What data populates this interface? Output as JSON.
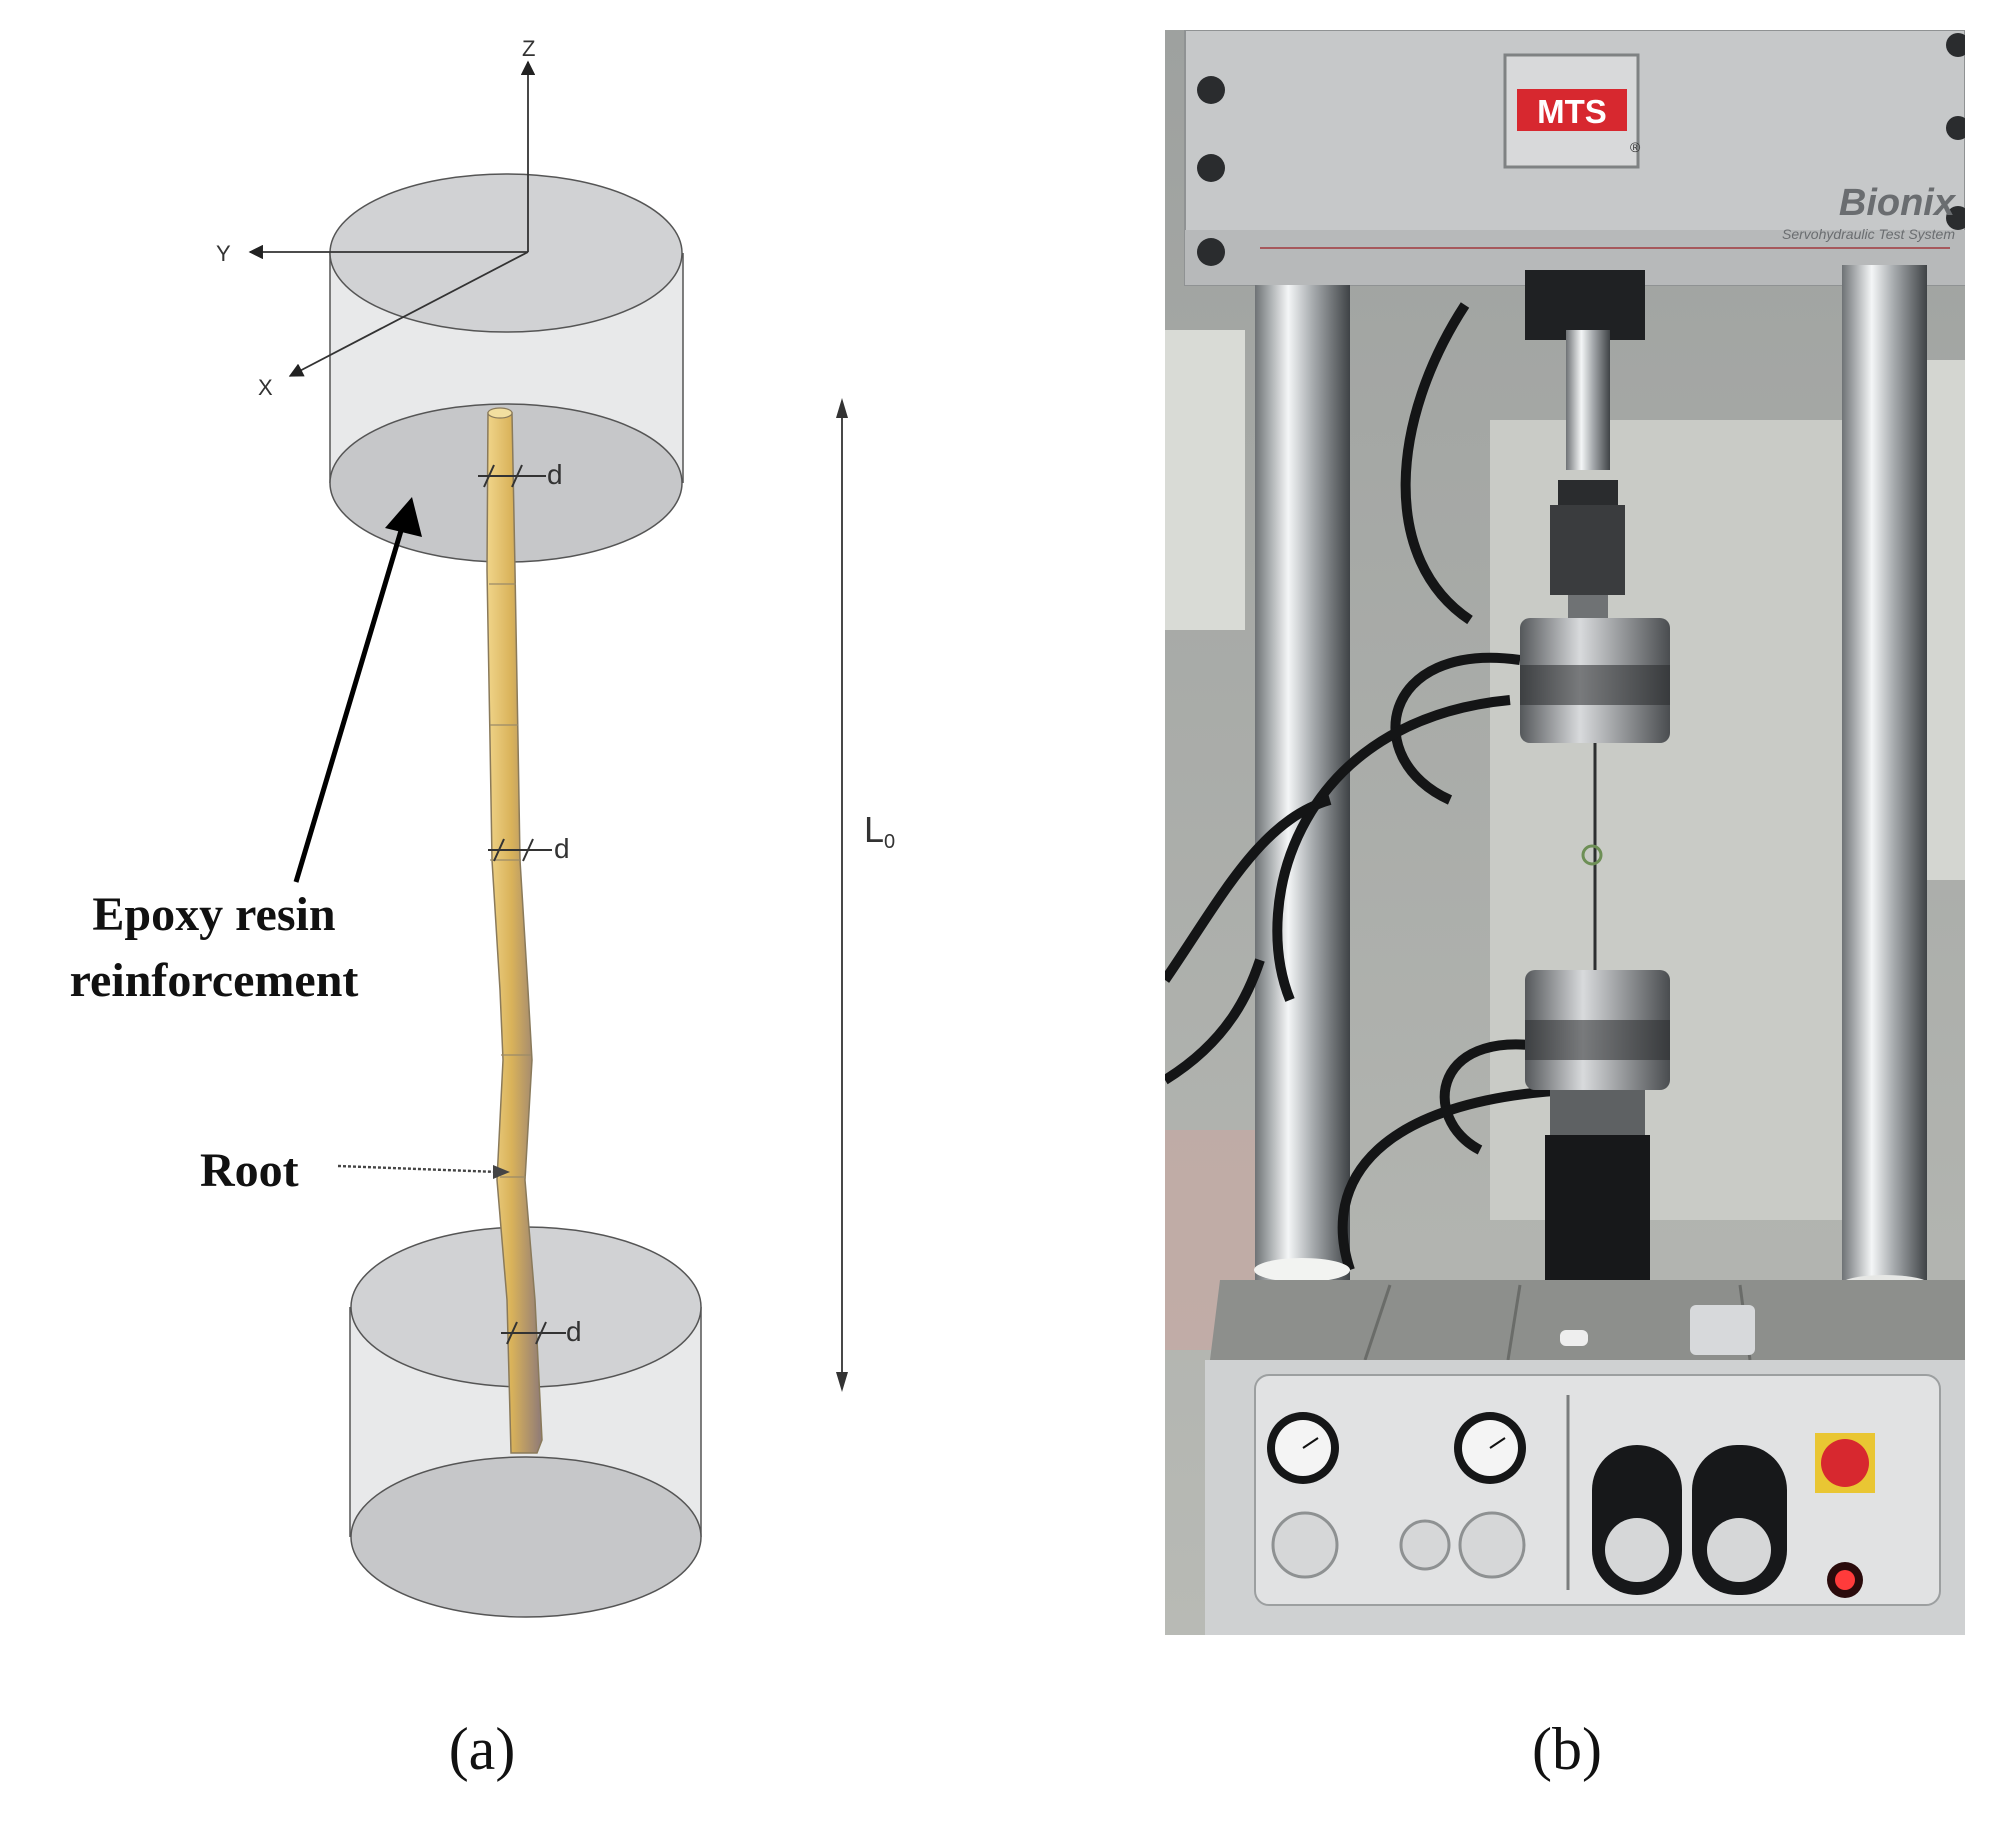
{
  "panel_a": {
    "axes": {
      "z": "Z",
      "y": "Y",
      "x": "X"
    },
    "diameter_label": "d",
    "length_label": "L",
    "length_subscript": "0",
    "epoxy_label": [
      "Epoxy resin",
      "reinforcement"
    ],
    "root_label": "Root",
    "caption": "(a)",
    "colors": {
      "root": "#d9b25a",
      "cylinder_fill": "#c9cacc"
    }
  },
  "panel_b": {
    "machine_brand": "MTS",
    "registered_mark": "®",
    "machine_model": "Bionix",
    "machine_subtitle": "Servohydraulic Test System",
    "caption": "(b)",
    "colors": {
      "brand_red": "#d7282f",
      "frame_gray": "#c6c8c9"
    }
  }
}
